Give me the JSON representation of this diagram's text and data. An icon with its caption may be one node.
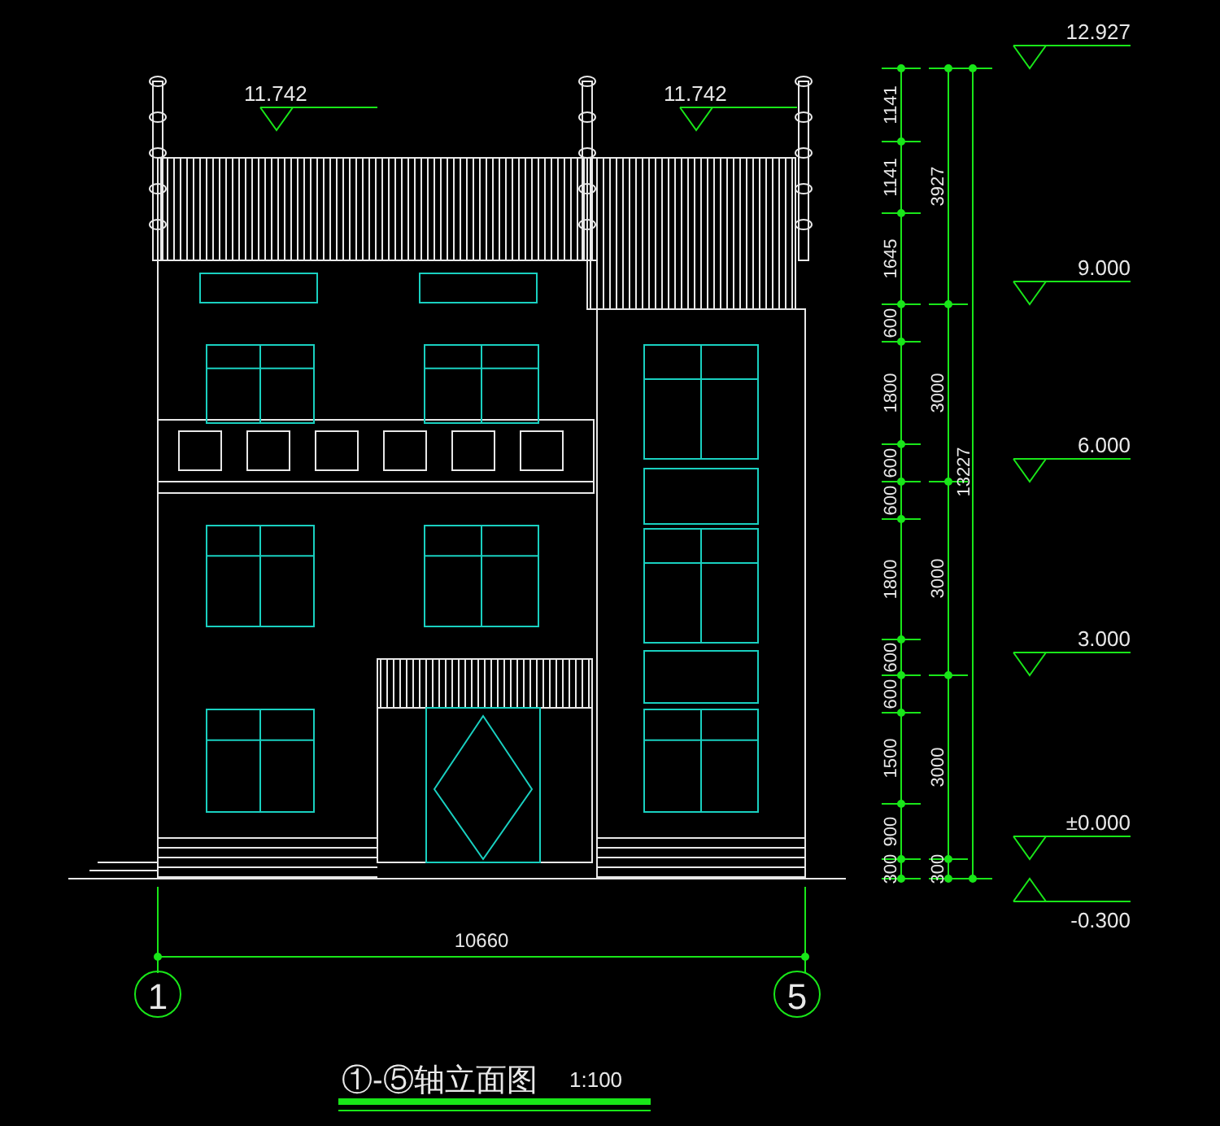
{
  "diagram": {
    "title": "①-⑤轴立面图",
    "labels": [
      "11.742",
      "11.742",
      "12.927",
      "9.000",
      "6.000",
      "3.000",
      "±0.000",
      "-0.300",
      "1141",
      "1141",
      "1645",
      "600",
      "1800",
      "600",
      "600",
      "1800",
      "600",
      "600",
      "1500",
      "900",
      "300",
      "3927",
      "3000",
      "3000",
      "3000",
      "300",
      "13227",
      "10660",
      "1",
      "5",
      "1:100"
    ]
  }
}
